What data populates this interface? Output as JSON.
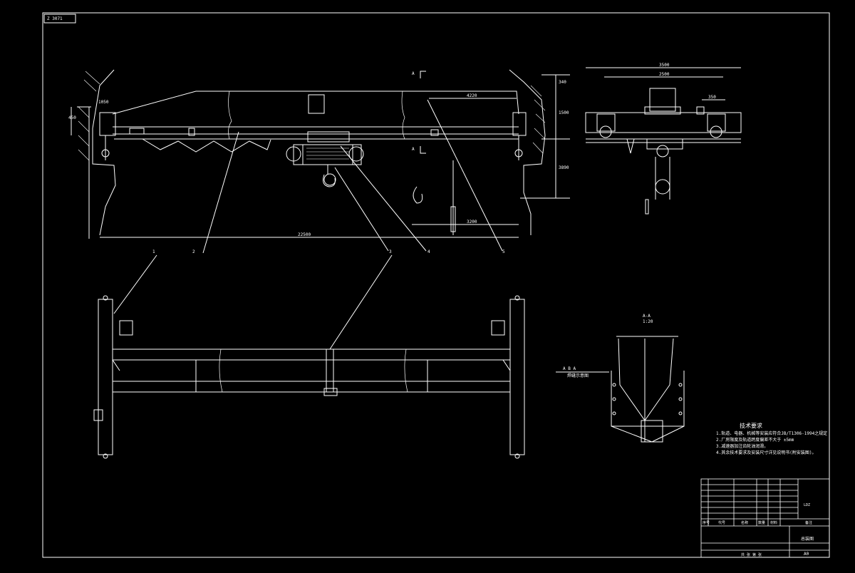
{
  "sheet": {
    "corner_tag": "Z 3071",
    "page_number": "A0"
  },
  "dimensions": {
    "top_left_1": "1050",
    "top_left_2": "450",
    "span_main": "22500",
    "right_upper": "4220",
    "trolley_run": "3200",
    "vert_right_1": "340",
    "vert_right_2": "1500",
    "vert_right_3": "3890",
    "side_overall": "3500",
    "side_inner": "2500",
    "side_small": "350"
  },
  "callouts": {
    "c1": "1",
    "c2": "2",
    "c3": "3",
    "c4": "4",
    "c5": "5",
    "section_marker_top": "A",
    "section_marker_bottom": "A"
  },
  "section_view": {
    "title": "A-A",
    "scale": "1:20",
    "weld_note": "焊缝示意图",
    "weld_symbols": "A  B  A"
  },
  "tech_requirements": {
    "title": "技术要求",
    "items": [
      "1.轨道、电器、机械等安装应符合JB/T1306-1994之规定",
      "2.厂房限度及轨道跨度偏差不大于 ±5mm",
      "3.减速器加注齿轮油润滑。",
      "4.其余技术要求及安装尺寸详见说明书(附安装图)。"
    ]
  },
  "title_block": {
    "drawing_name": "总装图",
    "footer_row": "共 张 第 张",
    "header_row": [
      "序号",
      "代号",
      "名称",
      "数量",
      "材料",
      "备注"
    ],
    "org": "LDZ"
  }
}
